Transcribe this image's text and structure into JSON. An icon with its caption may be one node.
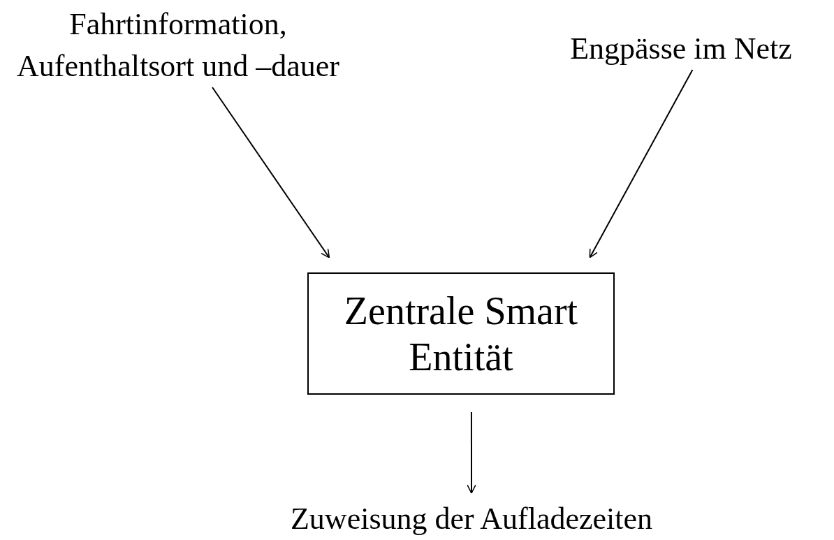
{
  "diagram": {
    "nodes": [
      {
        "text": [
          "Fahrtinformation, Aufenthaltsort und –dauer"
        ]
      },
      {
        "text": [
          "Engpässe im Netz"
        ]
      },
      {
        "text": [
          "Zentrale Smart Entität"
        ]
      },
      {
        "text": [
          "Zuweisung der Aufladezeiten"
        ]
      }
    ],
    "edges": [
      {
        "from": 0,
        "to": 2,
        "arrow": "to"
      },
      {
        "from": 1,
        "to": 2,
        "arrow": "to"
      },
      {
        "from": 2,
        "to": 3,
        "arrow": "to"
      }
    ]
  }
}
